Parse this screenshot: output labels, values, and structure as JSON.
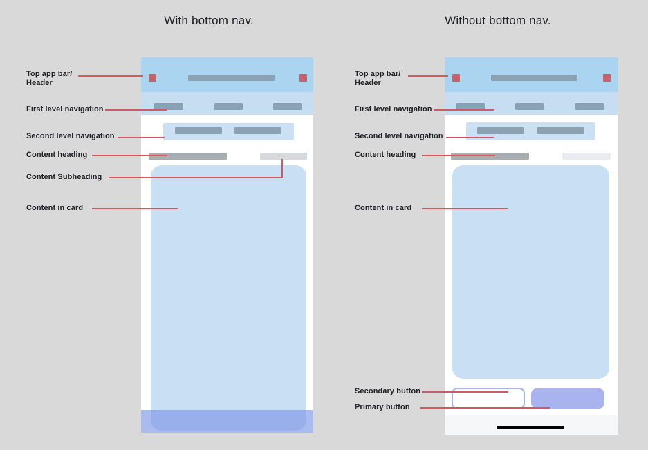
{
  "titles": {
    "left": "With bottom nav.",
    "right": "Without bottom nav."
  },
  "annotations": {
    "left": {
      "top_app_bar_line1": "Top app bar/",
      "top_app_bar_line2": "Header",
      "first_level_nav": "First level navigation",
      "second_level_nav": "Second level navigation",
      "content_heading": "Content heading",
      "content_subheading": "Content Subheading",
      "content_in_card": "Content in card"
    },
    "right": {
      "top_app_bar_line1": "Top app bar/",
      "top_app_bar_line2": "Header",
      "first_level_nav": "First level navigation",
      "second_level_nav": "Second level navigation",
      "content_heading": "Content heading",
      "content_in_card": "Content in card",
      "secondary_button": "Secondary button",
      "primary_button": "Primary button"
    }
  },
  "colors": {
    "background": "#D9D9D9",
    "app_bar_blue": "#ABD4F1",
    "first_nav_blue": "#C7DEF2",
    "second_nav_blue": "#CBE0F3",
    "card_blue": "#C9DFF4",
    "pill_gray": "#8BA2B4",
    "heading_gray": "#A8ADB2",
    "subheading_gray": "#D6DADD",
    "placeholder_light": "#E9EDF0",
    "accent_red": "#C4626E",
    "annotation_red": "#D9565E",
    "periwinkle": "#A9B3EF",
    "bottom_nav_periwinkle": "rgba(125,150,232,0.65)",
    "bottom_strip": "#F6F7F8",
    "home_indicator": "#000000",
    "text": "#202124"
  }
}
